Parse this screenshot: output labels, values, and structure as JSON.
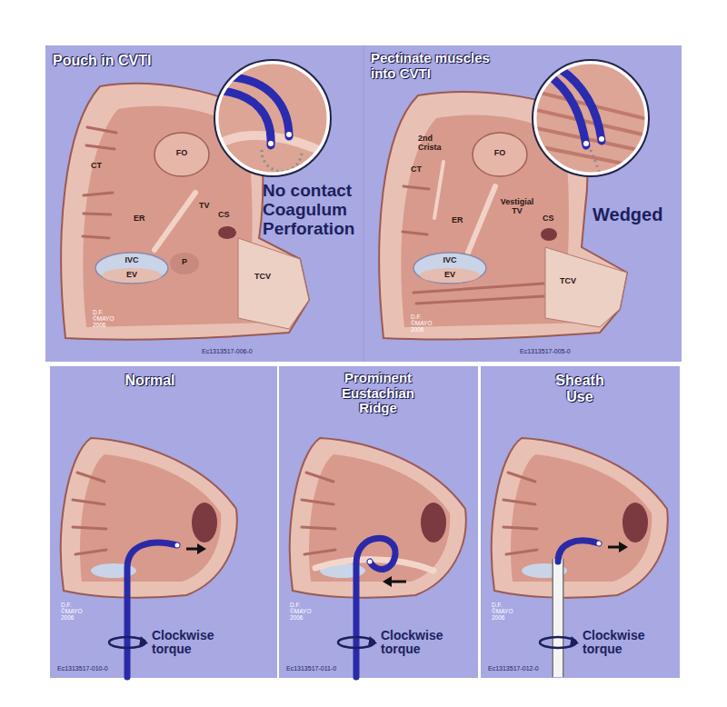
{
  "diagram": {
    "labels": [
      "Pouch in CVTI",
      "CT",
      "FO",
      "ER",
      "TV",
      "CS",
      "IVC",
      "EV",
      "P",
      "TCV",
      "No contact Coagulum Perforation",
      "D.F. ©MAYO 2006",
      "Ec1313517-006-0",
      "Pectinate muscles into CVTI",
      "CT",
      "2nd Crista",
      "FO",
      "ER",
      "Vestigial TV",
      "CS",
      "IVC",
      "EV",
      "TCV",
      "Wedged",
      "D.F. ©MAYO 2006",
      "Ec1313517-005-0",
      "Normal",
      "Clockwise torque",
      "D.F. ©MAYO 2006",
      "Ec1313517-010-0",
      "Prominent Eustachian Ridge",
      "Clockwise torque",
      "D.F. ©MAYO 2006",
      "Ec1313517-011-0",
      "Sheath Use",
      "Clockwise torque",
      "D.F. ©MAYO 2006",
      "Ec1313517-012-0"
    ]
  }
}
